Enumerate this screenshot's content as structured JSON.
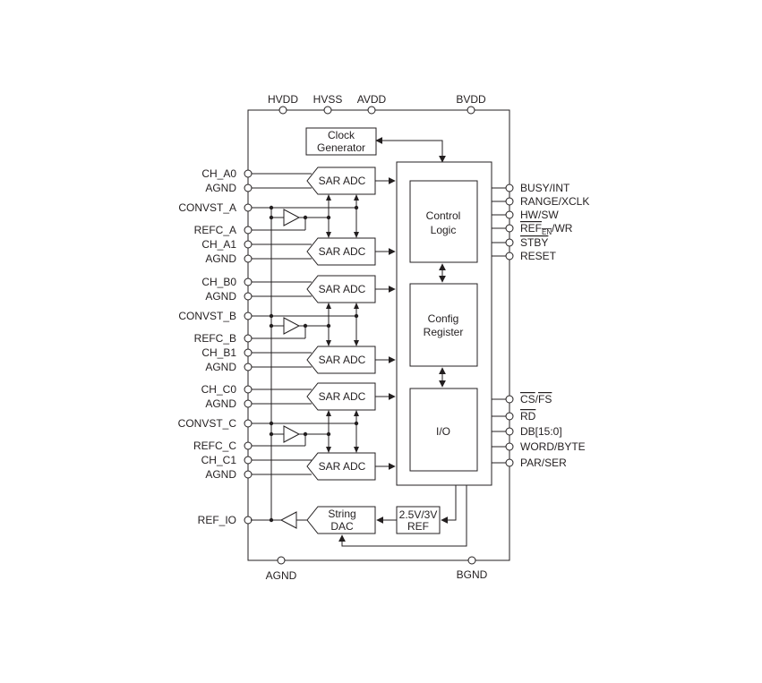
{
  "supply_pins": [
    "HVDD",
    "HVSS",
    "AVDD",
    "BVDD"
  ],
  "ground_pins": [
    "AGND",
    "BGND"
  ],
  "left_pins": [
    "CH_A0",
    "AGND",
    "CONVST_A",
    "REFC_A",
    "CH_A1",
    "AGND",
    "CH_B0",
    "AGND",
    "CONVST_B",
    "REFC_B",
    "CH_B1",
    "AGND",
    "CH_C0",
    "AGND",
    "CONVST_C",
    "REFC_C",
    "CH_C1",
    "AGND",
    "REF_IO"
  ],
  "right_pins_top": [
    {
      "text": "BUSY/INT"
    },
    {
      "text": "RANGE/XCLK"
    },
    {
      "text": "HW/SW"
    },
    {
      "main": "REF",
      "sub": "EN",
      "tail": "/WR"
    },
    {
      "text": "STBY",
      "overbar": true
    },
    {
      "text": "RESET"
    }
  ],
  "right_pins_bottom": [
    {
      "a": "CS",
      "sep": "/",
      "b": "FS",
      "overbar": true
    },
    {
      "text": "RD",
      "overbar": true
    },
    {
      "text": "DB[15:0]"
    },
    {
      "text": "WORD/BYTE"
    },
    {
      "text": "PAR/SER"
    }
  ],
  "blocks": {
    "clock_generator": [
      "Clock",
      "Generator"
    ],
    "adc_label": "SAR ADC",
    "control_logic": [
      "Control",
      "Logic"
    ],
    "config_register": [
      "Config",
      "Register"
    ],
    "io": "I/O",
    "ref": [
      "2.5V/3V",
      "REF"
    ],
    "string_dac": [
      "String",
      "DAC"
    ]
  }
}
